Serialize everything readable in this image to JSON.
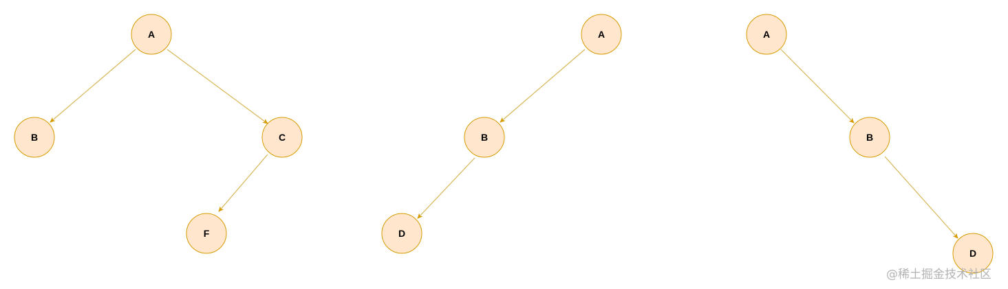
{
  "colors": {
    "node_fill": "#ffe6cc",
    "node_stroke": "#d79b00",
    "edge": "#d6b656",
    "arrowhead": "#d79b00",
    "label": "#000000",
    "watermark": "#b3b3b3",
    "background": "#ffffff"
  },
  "trees": [
    {
      "nodes": [
        {
          "id": "t1-A",
          "label": "A"
        },
        {
          "id": "t1-B",
          "label": "B"
        },
        {
          "id": "t1-C",
          "label": "C"
        },
        {
          "id": "t1-F",
          "label": "F"
        }
      ],
      "edges": [
        {
          "from": "t1-A",
          "to": "t1-B"
        },
        {
          "from": "t1-A",
          "to": "t1-C"
        },
        {
          "from": "t1-C",
          "to": "t1-F"
        }
      ]
    },
    {
      "nodes": [
        {
          "id": "t2-A",
          "label": "A"
        },
        {
          "id": "t2-B",
          "label": "B"
        },
        {
          "id": "t2-D",
          "label": "D"
        }
      ],
      "edges": [
        {
          "from": "t2-A",
          "to": "t2-B"
        },
        {
          "from": "t2-B",
          "to": "t2-D"
        }
      ]
    },
    {
      "nodes": [
        {
          "id": "t3-A",
          "label": "A"
        },
        {
          "id": "t3-B",
          "label": "B"
        },
        {
          "id": "t3-D",
          "label": "D"
        }
      ],
      "edges": [
        {
          "from": "t3-A",
          "to": "t3-B"
        },
        {
          "from": "t3-B",
          "to": "t3-D"
        }
      ]
    }
  ],
  "watermark": "@稀土掘金技术社区"
}
